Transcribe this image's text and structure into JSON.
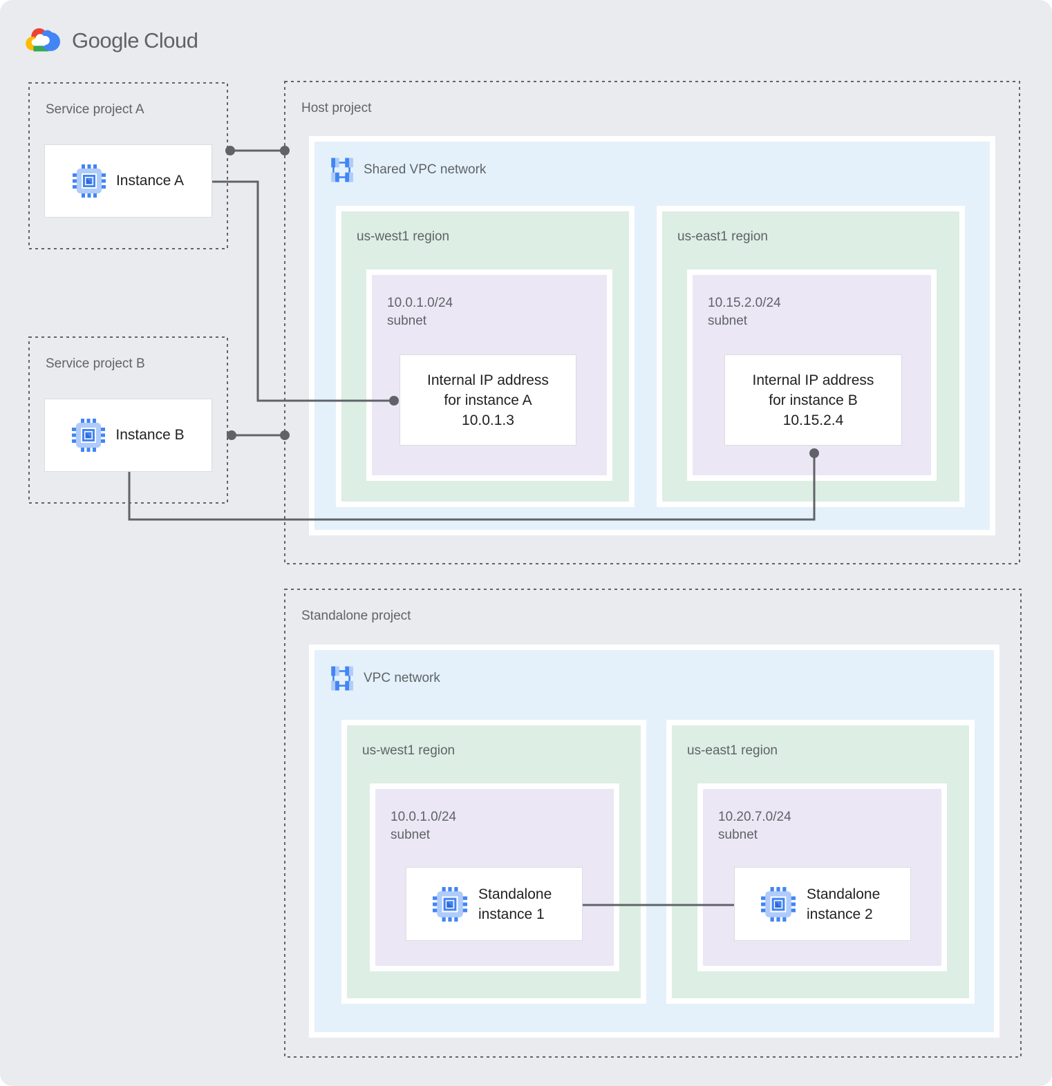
{
  "logo": {
    "text_google": "Google",
    "text_cloud": "Cloud"
  },
  "service_project_a": {
    "title": "Service project A",
    "instance_label": "Instance A"
  },
  "service_project_b": {
    "title": "Service project B",
    "instance_label": "Instance B"
  },
  "host_project": {
    "title": "Host project",
    "network_label": "Shared VPC network",
    "region_west": {
      "name": "us-west1 region",
      "cidr": "10.0.1.0/24",
      "subnet_word": "subnet",
      "card": {
        "line1": "Internal IP address",
        "line2": "for instance A",
        "line3": "10.0.1.3"
      }
    },
    "region_east": {
      "name": "us-east1 region",
      "cidr": "10.15.2.0/24",
      "subnet_word": "subnet",
      "card": {
        "line1": "Internal IP address",
        "line2": "for instance B",
        "line3": "10.15.2.4"
      }
    }
  },
  "standalone_project": {
    "title": "Standalone project",
    "network_label": "VPC network",
    "region_west": {
      "name": "us-west1 region",
      "cidr": "10.0.1.0/24",
      "subnet_word": "subnet",
      "card": {
        "line1": "Standalone",
        "line2": "instance 1"
      }
    },
    "region_east": {
      "name": "us-east1 region",
      "cidr": "10.20.7.0/24",
      "subnet_word": "subnet",
      "card": {
        "line1": "Standalone",
        "line2": "instance 2"
      }
    }
  },
  "colors": {
    "background": "#e9ebee",
    "network_fill": "#e4f1fa",
    "region_fill": "#ddeee4",
    "subnet_fill": "#ece7f4",
    "card_border": "#dadce0",
    "dashed_border": "#5f6368",
    "connector": "#5f6368",
    "label_text": "#5f6368",
    "card_text": "#202124",
    "google_blue": "#4285f4",
    "google_blue_light": "#aecbfa",
    "google_red": "#ea4335",
    "google_yellow": "#fbbc04",
    "google_green": "#34a853"
  }
}
